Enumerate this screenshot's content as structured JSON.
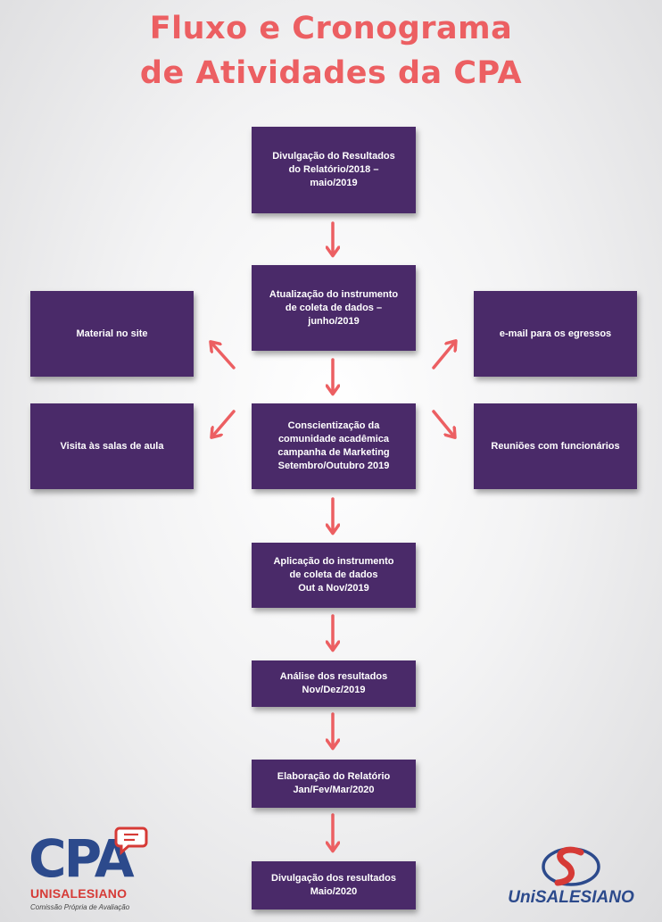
{
  "title": {
    "line1": "Fluxo e Cronograma",
    "line2": "de Atividades da CPA"
  },
  "boxes": {
    "divulgacao_relatorio": "Divulgação do Resultados\ndo Relatório/2018 –\nmaio/2019",
    "atualizacao": "Atualização do instrumento\nde coleta de dados –\njunho/2019",
    "material_site": "Material no site",
    "email_egressos": "e-mail para os egressos",
    "conscientizacao": "Conscientização da\ncomunidade acadêmica\ncampanha de Marketing\nSetembro/Outubro 2019",
    "visita_salas": "Visita às salas de aula",
    "reunioes": "Reuniões com funcionários",
    "aplicacao": "Aplicação do instrumento\nde coleta de dados\nOut a Nov/2019",
    "analise": "Análise dos resultados\nNov/Dez/2019",
    "elaboracao": "Elaboração do Relatório\nJan/Fev/Mar/2020",
    "divulgacao_resultados": "Divulgação dos resultados\nMaio/2020"
  },
  "logos": {
    "cpa_mark": "CPA",
    "cpa_org": "UNISALESIANO",
    "cpa_tagline": "Comissão Própria de Avaliação",
    "unisalesiano": "UniSALESIANO"
  },
  "colors": {
    "title": "#ec5f62",
    "box": "#4a2a69",
    "arrow": "#ec5f62",
    "logo_blue": "#2c4a8c",
    "logo_red": "#d63a36"
  }
}
